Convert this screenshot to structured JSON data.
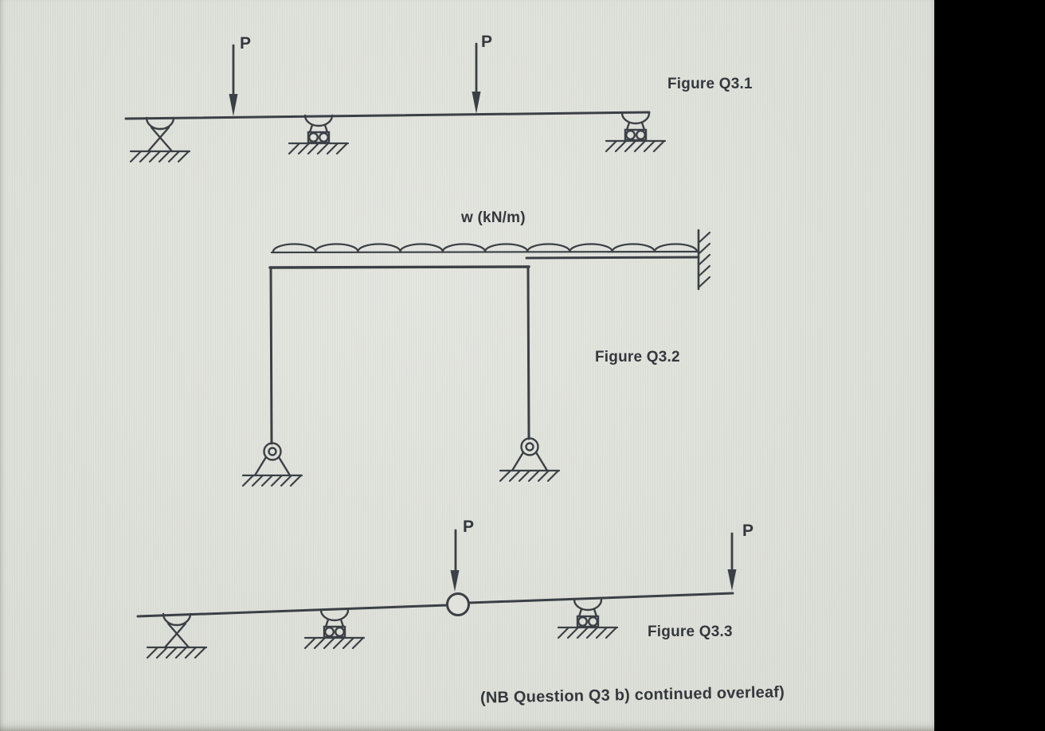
{
  "document": {
    "figure1": {
      "label": "Figure Q3.1",
      "point_loads": [
        "P",
        "P"
      ],
      "supports": [
        "pin",
        "roller",
        "roller"
      ]
    },
    "figure2": {
      "label": "Figure Q3.2",
      "distributed_load_label": "w (kN/m)",
      "supports": [
        "pinned-base",
        "pinned-base",
        "fixed-wall"
      ]
    },
    "figure3": {
      "label": "Figure Q3.3",
      "point_loads": [
        "P",
        "P"
      ],
      "supports": [
        "pin",
        "roller",
        "roller"
      ],
      "internal_hinge": true
    },
    "footer_note": "(NB Question Q3 b) continued overleaf)",
    "colors": {
      "paper": "#e0e2db",
      "ink": "#3b4046",
      "background": "#000000"
    }
  }
}
